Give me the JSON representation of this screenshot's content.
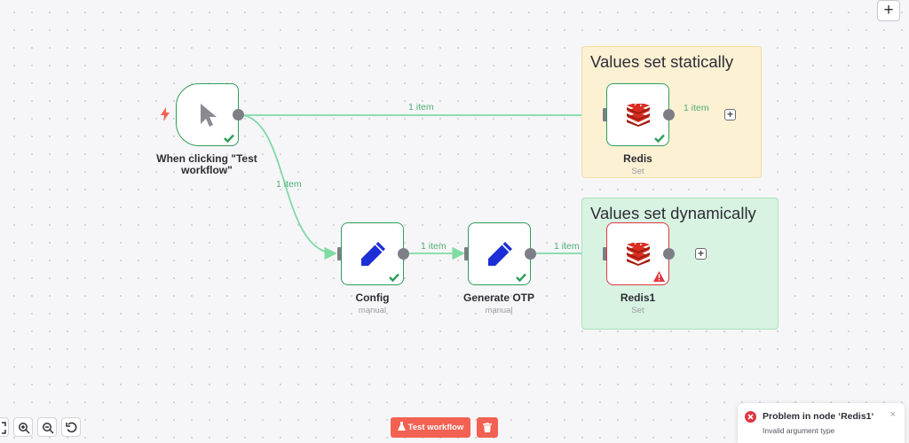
{
  "canvas": {
    "stickies": [
      {
        "title": "Values set statically",
        "color": "#fdf1d4",
        "border": "#f5dea4"
      },
      {
        "title": "Values set dynamically",
        "color": "#d8f3e2",
        "border": "#a9e1bd"
      }
    ],
    "nodes": {
      "trigger": {
        "label": "When clicking \"Test workflow\"",
        "icon": "mouse-pointer-icon",
        "status": "success"
      },
      "redis": {
        "label": "Redis",
        "subtitle": "Set",
        "icon": "redis-icon",
        "status": "success"
      },
      "config": {
        "label": "Config",
        "subtitle": "manual",
        "icon": "pencil-icon",
        "status": "success"
      },
      "generate_otp": {
        "label": "Generate OTP",
        "subtitle": "manual",
        "icon": "pencil-icon",
        "status": "success"
      },
      "redis1": {
        "label": "Redis1",
        "subtitle": "Set",
        "icon": "redis-icon",
        "status": "warning"
      }
    },
    "edge_labels": {
      "trigger_redis": "1 item",
      "redis_out": "1 item",
      "trigger_config": "1 item",
      "config_otp": "1 item",
      "otp_redis1": "1 item"
    }
  },
  "toolbar": {
    "add_node_label": "+",
    "test_workflow_label": "Test workflow",
    "zoom_icons": [
      "fit-view-icon",
      "zoom-in-icon",
      "zoom-out-icon",
      "reset-zoom-icon"
    ],
    "delete_icon": "trash-icon"
  },
  "toast": {
    "title": "Problem in node ‘Redis1‘",
    "message": "Invalid argument type",
    "close": "×"
  },
  "colors": {
    "success": "#2e9d5a",
    "error": "#e0353e",
    "edge": "#7fdba3",
    "accent": "#f26152",
    "pencil": "#1c2fd6",
    "redis": "#d82c20"
  }
}
